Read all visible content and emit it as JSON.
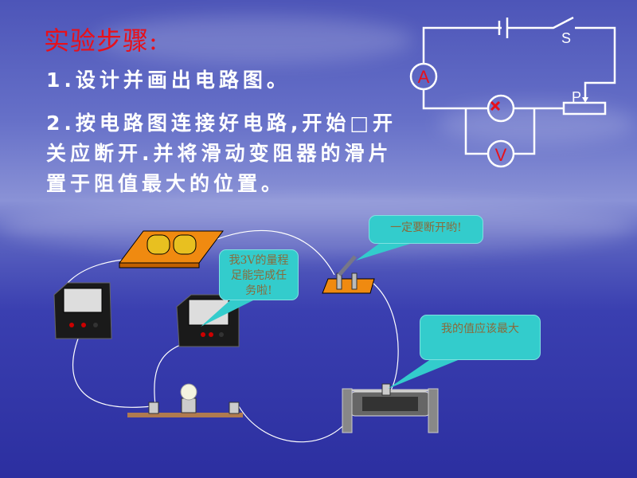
{
  "slide": {
    "title": "实验步骤:",
    "step1": "1.设计并画出电路图。",
    "step2": "2.按电路图连接好电路,开始□开关应断开.并将滑动变阻器的滑片置于阻值最大的位置。"
  },
  "circuit_diagram": {
    "ammeter_label": "A",
    "voltmeter_label": "V",
    "switch_label": "S",
    "slider_label": "P"
  },
  "callouts": {
    "switch_note": "一定要断开哟!",
    "voltmeter_note": "我3V的量程足能完成任务啦!",
    "rheostat_note": "我的值应该最大"
  },
  "colors": {
    "title": "#e8101a",
    "callout_bg": "#33cccc",
    "callout_text": "#8a6a3a",
    "meter_label": "#e8101a"
  }
}
